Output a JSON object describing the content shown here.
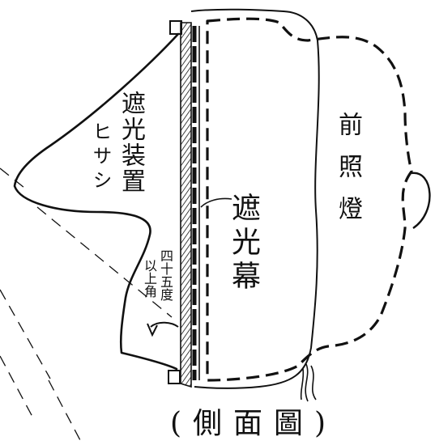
{
  "labels": {
    "visor_line1": "遮光装置",
    "visor_line2": "ヒサシ",
    "headlight": "前照燈",
    "curtain": "遮光幕",
    "angle_line1": "四十五度",
    "angle_line2": "以上角",
    "caption": "(側面圖)"
  },
  "colors": {
    "ink": "#111111",
    "paper": "#ffffff"
  }
}
